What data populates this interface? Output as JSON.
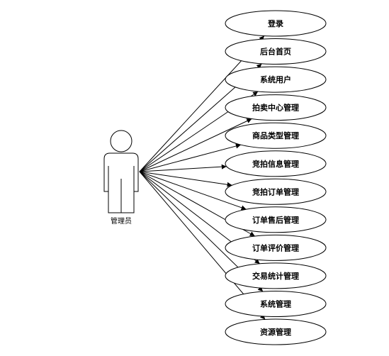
{
  "actor": {
    "label": "管理员"
  },
  "use_cases": [
    "登录",
    "后台首页",
    "系统用户",
    "拍卖中心管理",
    "商品类型管理",
    "竞拍信息管理",
    "竞拍订单管理",
    "订单售后管理",
    "订单评价管理",
    "交易统计管理",
    "系统管理",
    "资源管理"
  ],
  "colors": {
    "stroke": "#000000",
    "fill": "#ffffff"
  }
}
